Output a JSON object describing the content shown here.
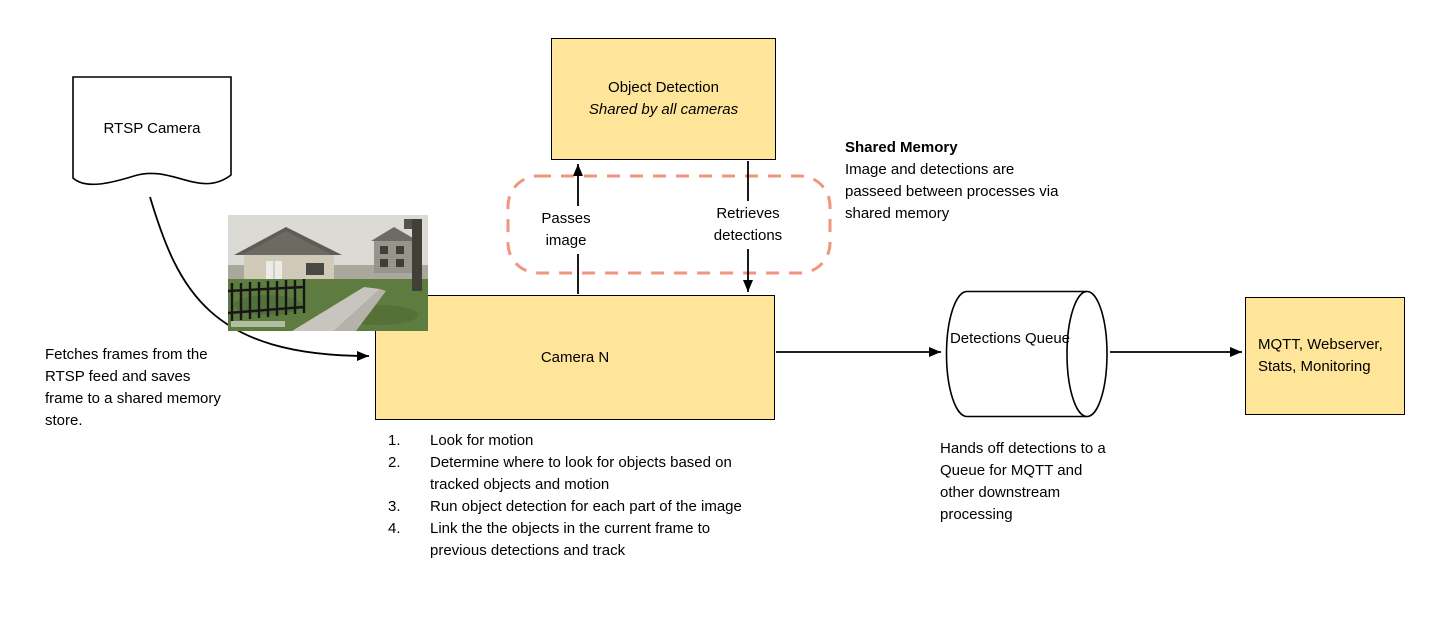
{
  "colors": {
    "box-fill": "#ffe59a",
    "box-border": "#000000",
    "dashed-accent": "#f2957f",
    "arrow": "#000000"
  },
  "diagram": {
    "rtsp_camera": {
      "label": "RTSP Camera"
    },
    "fetches_note": "Fetches frames from the RTSP feed and saves frame to a shared memory store.",
    "object_detection": {
      "title": "Object Detection",
      "subtitle": "Shared by all cameras"
    },
    "passes_image_label": "Passes image",
    "retrieves_detections_label": "Retrieves detections",
    "shared_memory_note": {
      "title": "Shared Memory",
      "body": "Image and detections are passeed between processes via shared memory"
    },
    "camera_n": {
      "label": "Camera N",
      "steps": [
        {
          "num": "1.",
          "text": "Look for motion"
        },
        {
          "num": "2.",
          "text": "Determine where to look for objects based on tracked objects and motion"
        },
        {
          "num": "3.",
          "text": "Run object detection for each part of the image"
        },
        {
          "num": "4.",
          "text": "Link the the objects in the current frame to previous detections and track"
        }
      ]
    },
    "detections_queue": {
      "label": "Detections Queue",
      "note": "Hands off detections to a Queue for MQTT and other downstream processing"
    },
    "outputs": {
      "label": "MQTT, Webserver, Stats, Monitoring"
    }
  }
}
